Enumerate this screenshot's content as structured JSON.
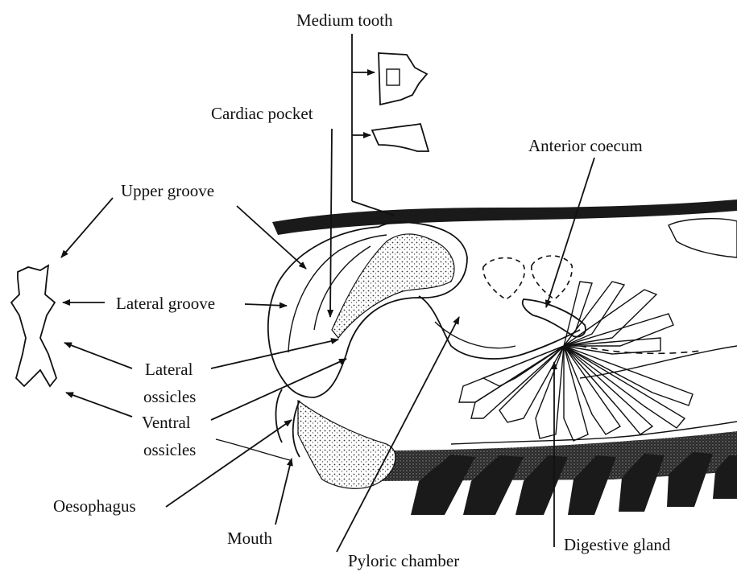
{
  "labels": {
    "medium_tooth": "Medium tooth",
    "cardiac_pocket": "Cardiac pocket",
    "anterior_coecum": "Anterior coecum",
    "upper_groove": "Upper groove",
    "lateral_groove": "Lateral groove",
    "lateral_ossicles_1": "Lateral",
    "lateral_ossicles_2": "ossicles",
    "ventral_ossicles_1": "Ventral",
    "ventral_ossicles_2": "ossicles",
    "oesophagus": "Oesophagus",
    "mouth": "Mouth",
    "pyloric_chamber": "Pyloric chamber",
    "digestive_gland": "Digestive gland"
  }
}
